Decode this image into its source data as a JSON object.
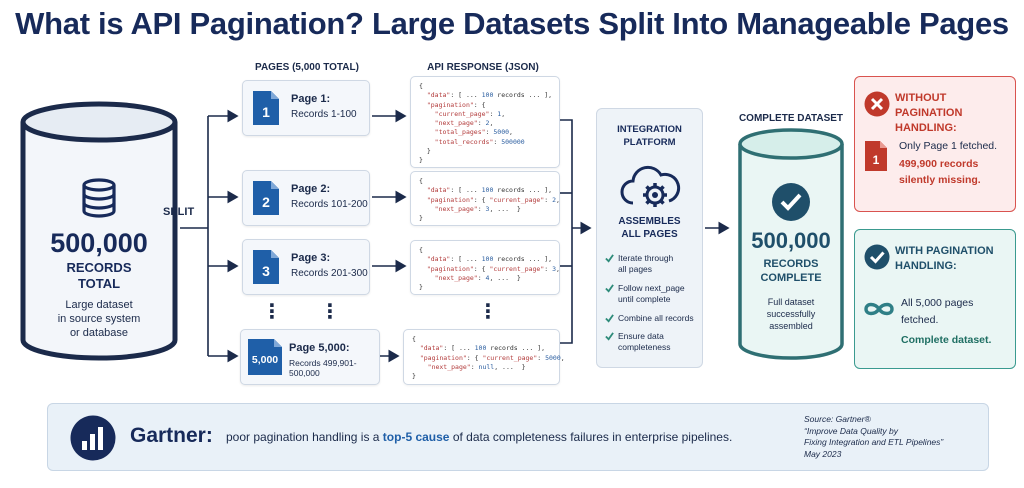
{
  "title": "What is API Pagination? Large Datasets Split Into Manageable Pages",
  "headers": {
    "pages": "PAGES (5,000 TOTAL)",
    "api_response": "API RESPONSE (JSON)",
    "complete_dataset": "COMPLETE DATASET"
  },
  "source": {
    "number": "500,000",
    "line2a": "RECORDS",
    "line2b": "TOTAL",
    "desc1": "Large dataset",
    "desc2": "in source system",
    "desc3": "or database"
  },
  "split_label": "SPLIT",
  "pages": [
    {
      "icon_number": "1",
      "title": "Page 1:",
      "records": "Records 1-100"
    },
    {
      "icon_number": "2",
      "title": "Page 2:",
      "records": "Records 101-200"
    },
    {
      "icon_number": "3",
      "title": "Page 3:",
      "records": "Records 201-300"
    },
    {
      "icon_number": "5,000",
      "title": "Page 5,000:",
      "records": "Records 499,901-500,000"
    }
  ],
  "json": {
    "j1": [
      "{",
      "  \"data\": [ ... 100 records ... ],",
      "  \"pagination\": {",
      "    \"current_page\": 1,",
      "    \"next_page\": 2,",
      "    \"total_pages\": 5000,",
      "    \"total_records\": 500000",
      "  }",
      "}"
    ],
    "j2": [
      "{",
      "  \"data\": [ ... 100 records ... ],",
      "  \"pagination\": { \"current_page\": 2,",
      "    \"next_page\": 3, ...  }",
      "}"
    ],
    "j3": [
      "{",
      "  \"data\": [ ... 100 records ... ],",
      "  \"pagination\": { \"current_page\": 3,",
      "    \"next_page\": 4, ...  }",
      "}"
    ],
    "j4": [
      "{",
      "  \"data\": [ ... 100 records ... ],",
      "  \"pagination\": { \"current_page\": 5000,",
      "    \"next_page\": null, ...  }",
      "}"
    ]
  },
  "platform": {
    "title1": "INTEGRATION",
    "title2": "PLATFORM",
    "sub1": "ASSEMBLES",
    "sub2": "ALL PAGES",
    "steps": [
      {
        "a": "Iterate through",
        "b": "all pages"
      },
      {
        "a": "Follow next_page",
        "b": "until complete"
      },
      {
        "a": "Combine all records",
        "b": ""
      },
      {
        "a": "Ensure data",
        "b": "completeness"
      }
    ]
  },
  "complete": {
    "number": "500,000",
    "line2a": "RECORDS",
    "line2b": "COMPLETE",
    "desc1": "Full dataset",
    "desc2": "successfully",
    "desc3": "assembled"
  },
  "without": {
    "title1": "WITHOUT PAGINATION",
    "title2": "HANDLING:",
    "doc_number": "1",
    "line1": "Only Page 1 fetched.",
    "line2": "499,900 records",
    "line3": "silently missing."
  },
  "with": {
    "title1": "WITH PAGINATION",
    "title2": "HANDLING:",
    "line1": "All 5,000 pages",
    "line2": "fetched.",
    "line3": "Complete dataset."
  },
  "gartner": {
    "name": "Gartner:",
    "quote_pre": "poor pagination handling is a ",
    "quote_highlight": "top-5 cause",
    "quote_post": " of data completeness failures in enterprise pipelines.",
    "source1": "Source: Gartner®",
    "source2": "“Improve Data Quality by",
    "source3": "Fixing Integration and ETL Pipelines”",
    "source4": "May 2023"
  },
  "colors": {
    "navy": "#172a5a",
    "blue": "#1f5fa8",
    "red": "#c0392b",
    "teal": "#3a9a8f"
  }
}
